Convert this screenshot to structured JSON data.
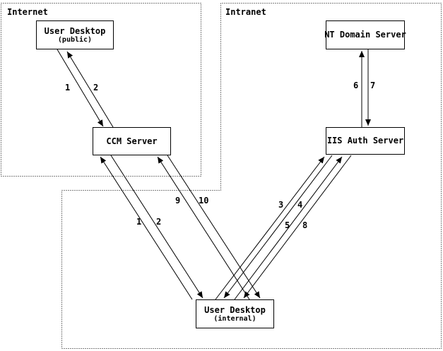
{
  "diagram": {
    "colors": {
      "background": "#ffffff",
      "ink": "#000000"
    },
    "zones": [
      {
        "id": "internet",
        "label": "Internet"
      },
      {
        "id": "intranet",
        "label": "Intranet"
      }
    ],
    "nodes": [
      {
        "id": "user-desktop-public",
        "title": "User Desktop",
        "subtitle": "(public)"
      },
      {
        "id": "nt-domain-server",
        "title": "NT Domain Server",
        "subtitle": ""
      },
      {
        "id": "ccm-server",
        "title": "CCM Server",
        "subtitle": ""
      },
      {
        "id": "iis-auth-server",
        "title": "IIS Auth Server",
        "subtitle": ""
      },
      {
        "id": "user-desktop-internal",
        "title": "User Desktop",
        "subtitle": "(internal)"
      }
    ],
    "flow_labels": [
      {
        "text": "1"
      },
      {
        "text": "2"
      },
      {
        "text": "6"
      },
      {
        "text": "7"
      },
      {
        "text": "9"
      },
      {
        "text": "10"
      },
      {
        "text": "1"
      },
      {
        "text": "2"
      },
      {
        "text": "3"
      },
      {
        "text": "4"
      },
      {
        "text": "5"
      },
      {
        "text": "8"
      }
    ]
  }
}
